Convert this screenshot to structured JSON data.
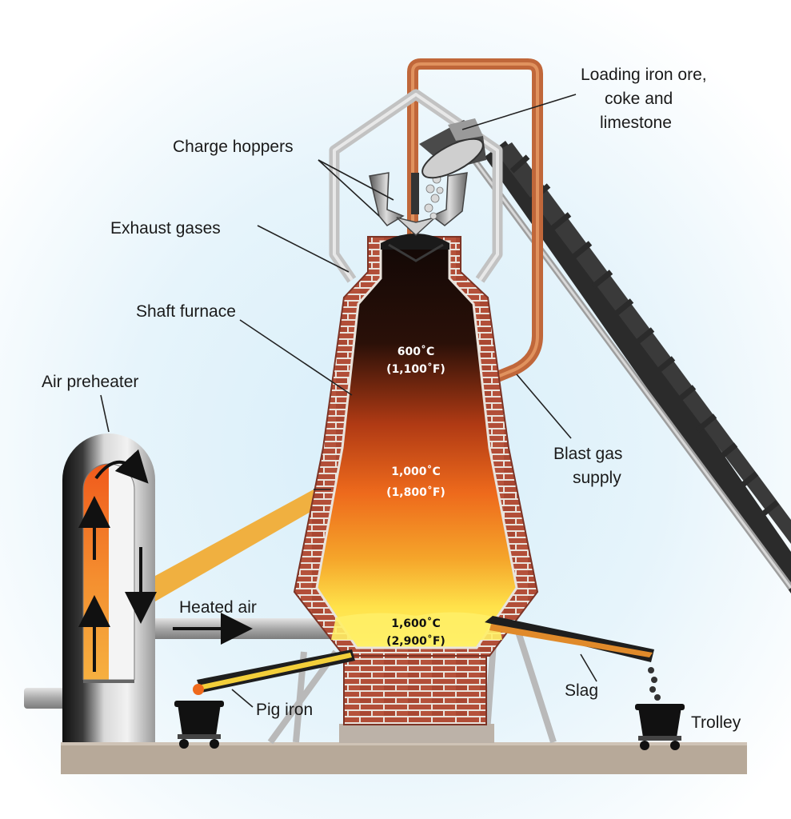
{
  "labels": {
    "loading_line1": "Loading iron ore,",
    "loading_line2": "coke and",
    "loading_line3": "limestone",
    "charge_hoppers": "Charge hoppers",
    "exhaust_gases": "Exhaust gases",
    "shaft_furnace": "Shaft furnace",
    "air_preheater": "Air preheater",
    "blast_gas_line1": "Blast gas",
    "blast_gas_line2": "supply",
    "heated_air": "Heated air",
    "pig_iron": "Pig iron",
    "slag": "Slag",
    "trolley": "Trolley"
  },
  "temperatures": {
    "top_c": "600˚C",
    "top_f": "(1,100˚F)",
    "mid_c": "1,000˚C",
    "mid_f": "(1,800˚F)",
    "bottom_c": "1,600˚C",
    "bottom_f": "(2,900˚F)"
  },
  "colors": {
    "sky_center": "#cfe9f8",
    "brick": "#b5503a",
    "mortar": "#e8e2da",
    "hot_core": "#ffe14a",
    "mid_core": "#f07a1e",
    "cool_core": "#1a0c08",
    "blast_pipe": "#c0673a",
    "pipe_grey": "#b8b8b8",
    "ground": "#b7a999",
    "conveyor": "#2a2a2a"
  },
  "icons": [
    "arrow-up-icon",
    "arrow-down-icon",
    "arrow-right-icon",
    "curved-arrow-icon"
  ]
}
